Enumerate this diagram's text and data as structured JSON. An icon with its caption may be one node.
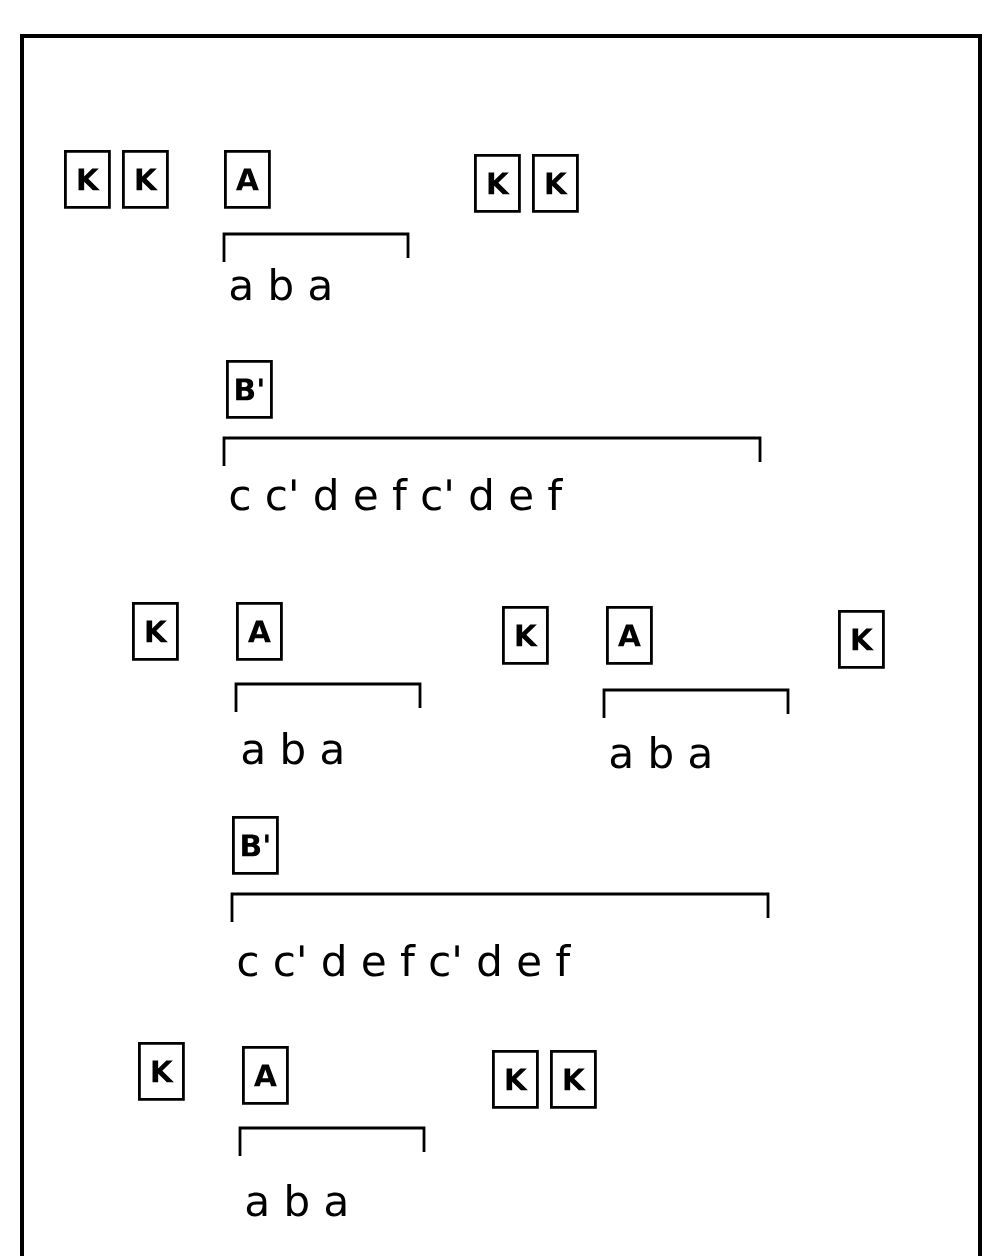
{
  "diagram": {
    "nodes": [
      {
        "text": [
          "K"
        ]
      },
      {
        "text": [
          "K"
        ]
      },
      {
        "text": [
          "A"
        ]
      },
      {
        "text": [
          "K"
        ]
      },
      {
        "text": [
          "K"
        ]
      },
      {
        "text": [
          "B'"
        ]
      },
      {
        "text": [
          "K"
        ]
      },
      {
        "text": [
          "A"
        ]
      },
      {
        "text": [
          "K"
        ]
      },
      {
        "text": [
          "A"
        ]
      },
      {
        "text": [
          "K"
        ]
      },
      {
        "text": [
          "B'"
        ]
      },
      {
        "text": [
          "K"
        ]
      },
      {
        "text": [
          "A"
        ]
      },
      {
        "text": [
          "K"
        ]
      },
      {
        "text": [
          "K"
        ]
      }
    ],
    "labels": [
      "a b a",
      "c c' d e f c' d e f",
      "a b a",
      "a b a",
      "c c' d e f c' d e f",
      "a b a"
    ]
  }
}
